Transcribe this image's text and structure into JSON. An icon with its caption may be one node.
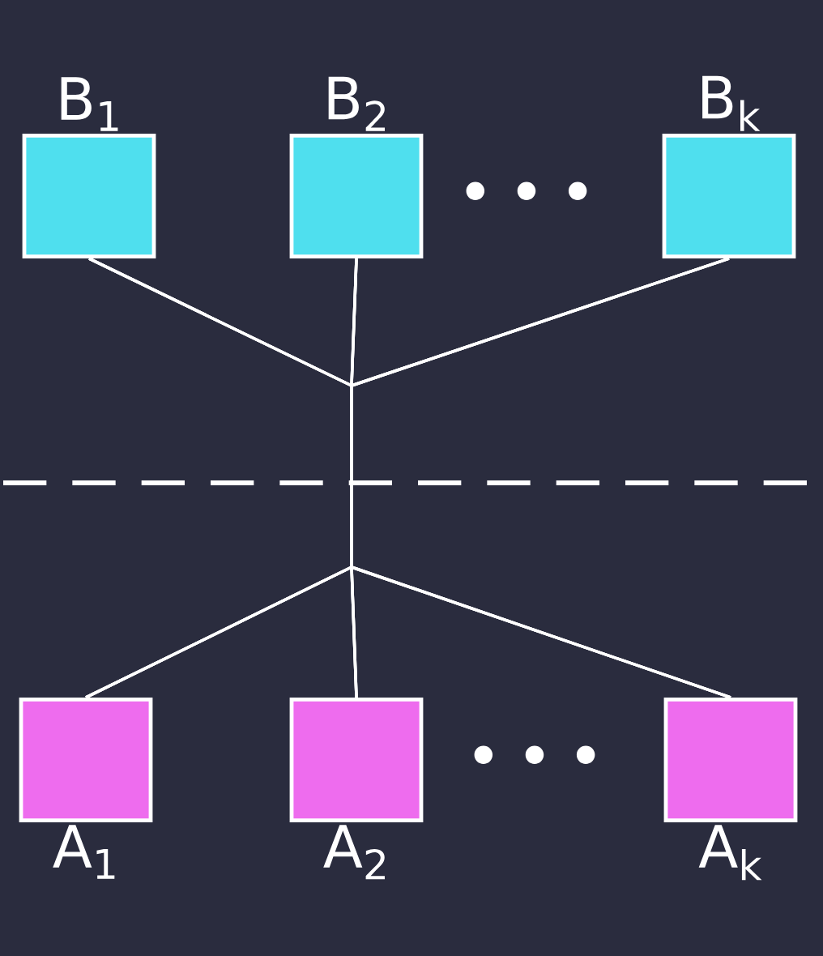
{
  "diagram": {
    "nodes": [
      {
        "text": [
          "B$_{1}$"
        ]
      },
      {
        "text": [
          "B$_{2}$"
        ]
      },
      {
        "text": [
          "B$_{k}$"
        ]
      },
      {
        "text": [
          "A$_{1}$"
        ]
      },
      {
        "text": [
          "A$_{2}$"
        ]
      },
      {
        "text": [
          "A$_{k}$"
        ]
      }
    ],
    "edges": [
      {
        "from": 0,
        "to": 3,
        "arrow": "none"
      },
      {
        "from": 0,
        "to": 4,
        "arrow": "none"
      },
      {
        "from": 0,
        "to": 5,
        "arrow": "none"
      },
      {
        "from": 1,
        "to": 3,
        "arrow": "none"
      },
      {
        "from": 1,
        "to": 4,
        "arrow": "none"
      },
      {
        "from": 1,
        "to": 5,
        "arrow": "none"
      },
      {
        "from": 2,
        "to": 3,
        "arrow": "none"
      },
      {
        "from": 2,
        "to": 4,
        "arrow": "none"
      },
      {
        "from": 2,
        "to": 5,
        "arrow": "none"
      }
    ],
    "labels": [
      "• • •",
      "• • •"
    ]
  }
}
